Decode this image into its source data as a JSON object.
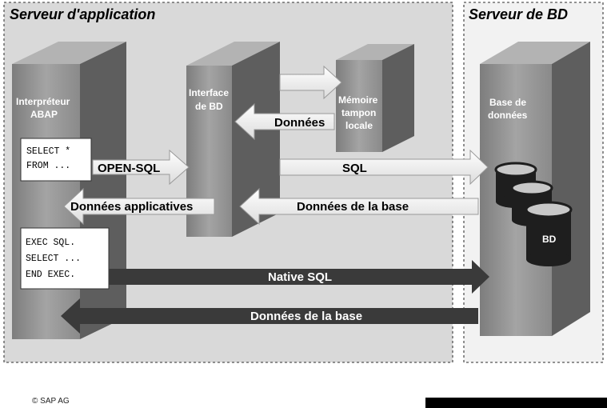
{
  "zones": {
    "app_server": "Serveur d'application",
    "db_server": "Serveur de BD"
  },
  "blocks": {
    "abap_line1": "Interpréteur",
    "abap_line2": "ABAP",
    "dbi_line1": "Interface",
    "dbi_line2": "de BD",
    "buffer_line1": "Mémoire",
    "buffer_line2": "tampon",
    "buffer_line3": "locale",
    "database_line1": "Base de",
    "database_line2": "données",
    "bd": "BD"
  },
  "code": {
    "open_sql_lines": [
      "SELECT *",
      "FROM ..."
    ],
    "native_sql_lines": [
      "EXEC SQL.",
      "SELECT ...",
      "END EXEC."
    ]
  },
  "arrows": {
    "open_sql": "OPEN-SQL",
    "donnees_buffer": "Données",
    "sql": "SQL",
    "donnees_applicatives": "Données applicatives",
    "donnees_base_light": "Données de la base",
    "native_sql": "Native SQL",
    "donnees_base_dark": "Données de la base"
  },
  "footer": {
    "copyright": "© SAP AG"
  },
  "colors": {
    "zone_bg": "#d9d9d9",
    "block_front": "#8f8f8f",
    "block_side": "#5c5c5c",
    "block_top": "#b0b0b0",
    "light_arrow": "#f2f2f2",
    "dark_arrow": "#3a3a3a"
  }
}
